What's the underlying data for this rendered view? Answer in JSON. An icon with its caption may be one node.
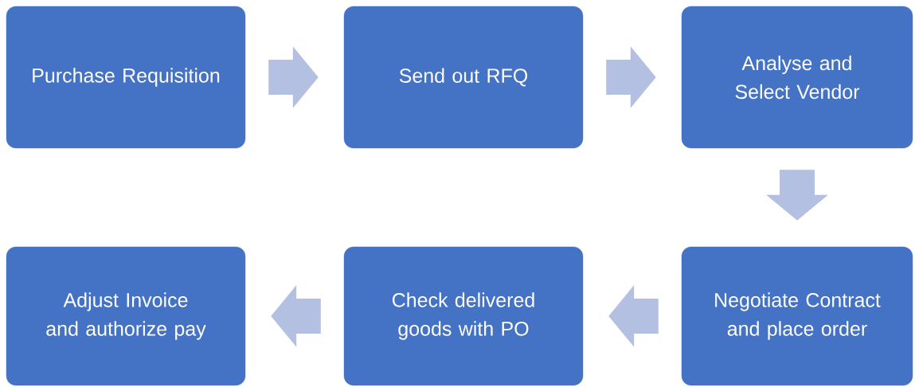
{
  "diagram": {
    "nodes": [
      {
        "text": [
          "Purchase Requisition"
        ]
      },
      {
        "text": [
          "Send out RFQ"
        ]
      },
      {
        "text": [
          "Analyse and Select Vendor"
        ]
      },
      {
        "text": [
          "Negotiate Contract and place order"
        ]
      },
      {
        "text": [
          "Check delivered goods with PO"
        ]
      },
      {
        "text": [
          "Adjust Invoice and authorize pay"
        ]
      }
    ],
    "edges": [
      {
        "from": 0,
        "to": 1,
        "arrow": "to"
      },
      {
        "from": 1,
        "to": 2,
        "arrow": "to"
      },
      {
        "from": 2,
        "to": 3,
        "arrow": "to"
      },
      {
        "from": 3,
        "to": 4,
        "arrow": "to"
      },
      {
        "from": 4,
        "to": 5,
        "arrow": "to"
      }
    ]
  }
}
